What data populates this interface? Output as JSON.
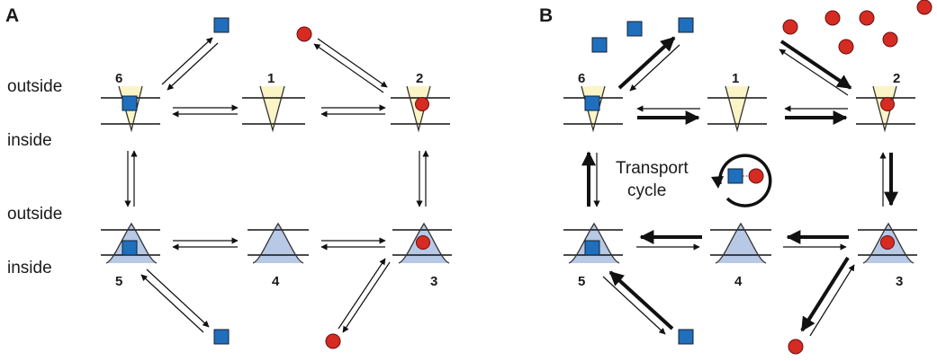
{
  "panel_a": {
    "letter": "A",
    "labels": {
      "outside_top": "outside",
      "inside_top": "inside",
      "outside_bottom": "outside",
      "inside_bottom": "inside"
    },
    "states": [
      "1",
      "2",
      "3",
      "4",
      "5",
      "6"
    ]
  },
  "panel_b": {
    "letter": "B",
    "states": [
      "1",
      "2",
      "3",
      "4",
      "5",
      "6"
    ],
    "cycle_label_line1": "Transport",
    "cycle_label_line2": "cycle"
  },
  "colors": {
    "square": "#1f6fbd",
    "circle": "#d62b22",
    "outward_facing": "#fbf4c6",
    "inward_facing": "#b8c9e6",
    "membrane": "#111111"
  }
}
